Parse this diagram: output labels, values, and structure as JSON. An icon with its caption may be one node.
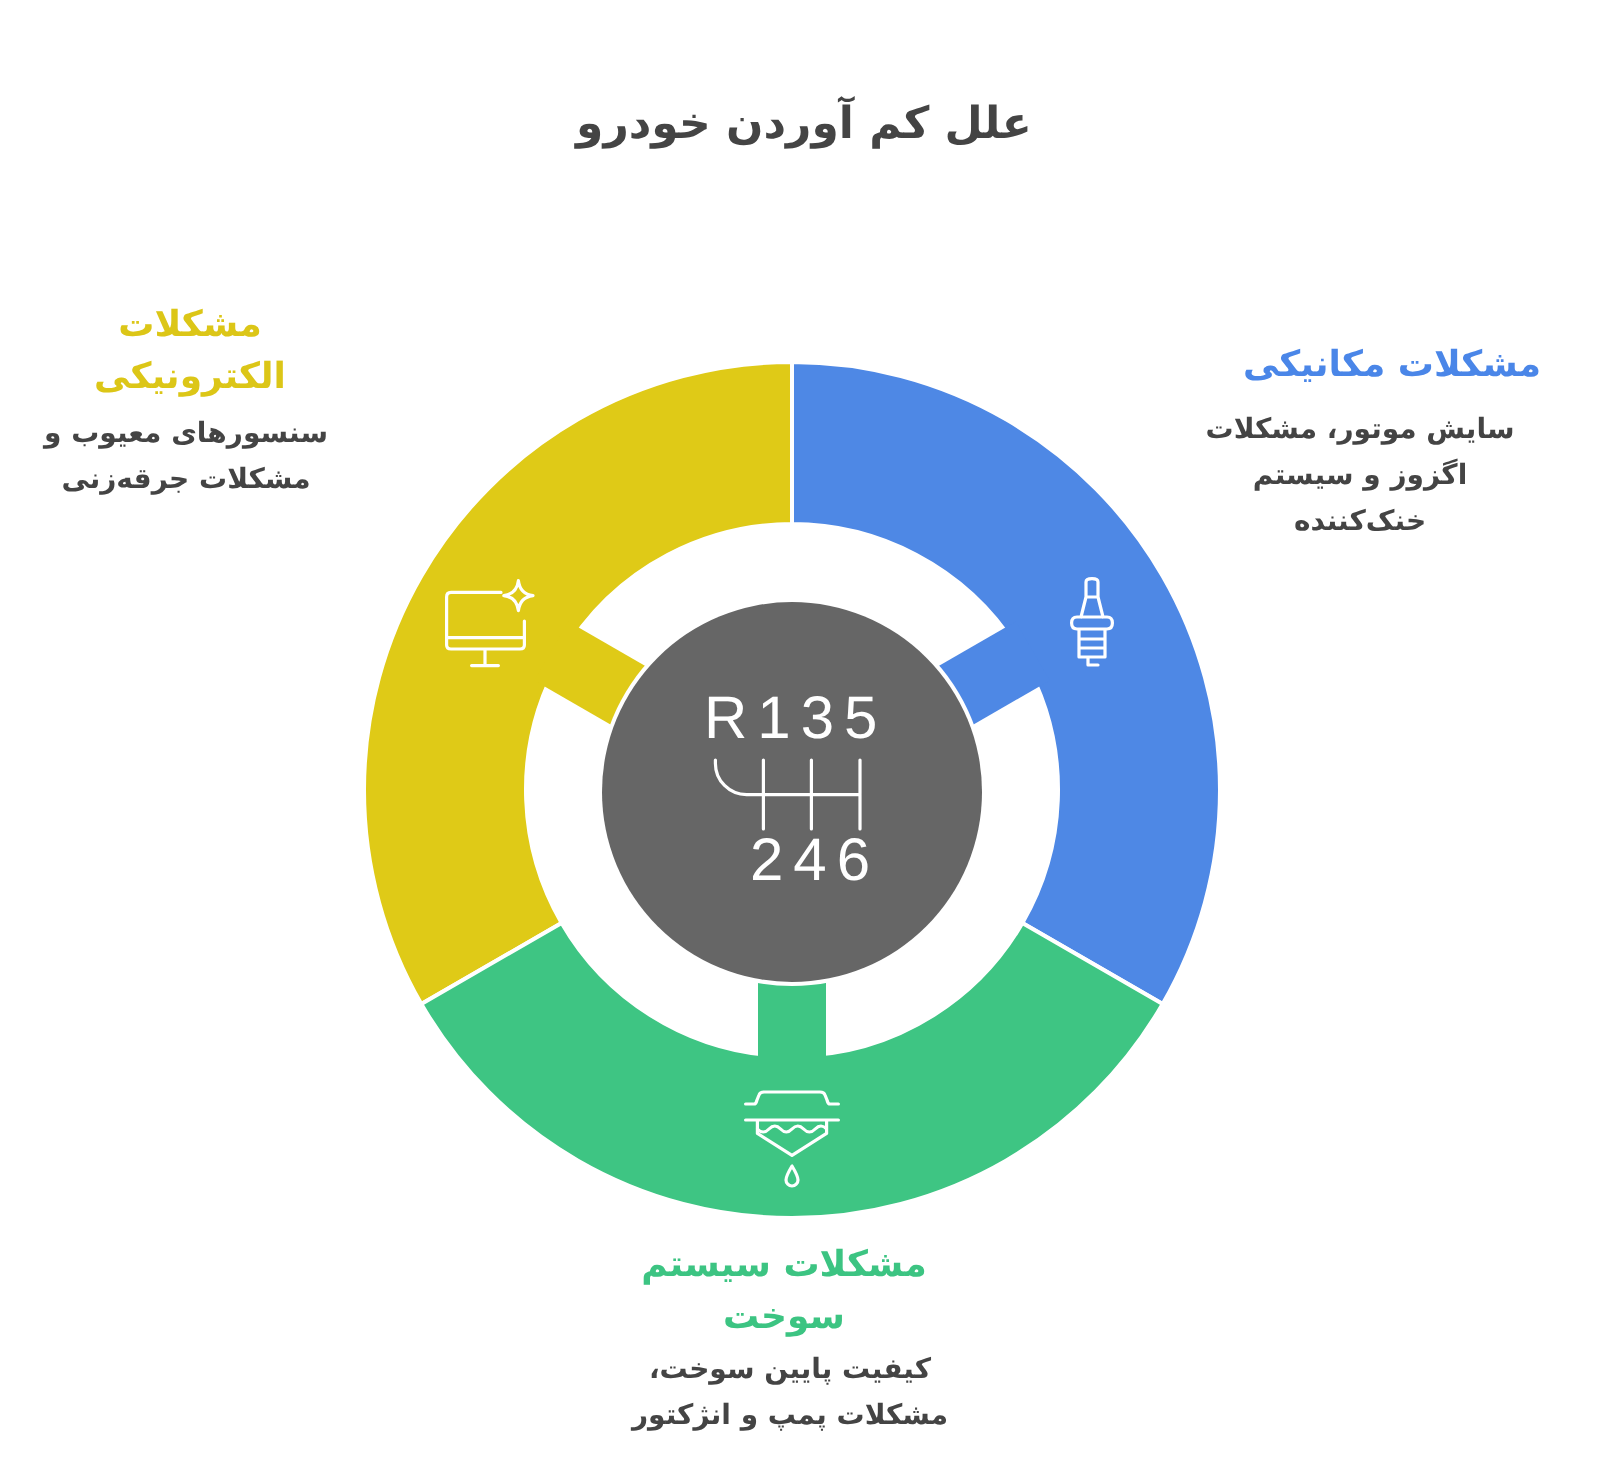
{
  "diagram": {
    "title": "علل کم آوردن خودرو",
    "nodes": [
      {
        "text": [
          "مشکلات مکانیکی",
          "سایش موتور، مشکلات اگزوز و سیستم خنک‌کننده"
        ]
      },
      {
        "text": [
          "مشکلات الکترونیکی",
          "سنسورهای معیوب و مشکلات جرقه‌زنی"
        ]
      },
      {
        "text": [
          "R135",
          "246"
        ]
      },
      {
        "text": [
          "مشکلات سیستم سوخت",
          "کیفیت پایین سوخت، مشکلات پمپ و انژکتور"
        ]
      }
    ]
  }
}
